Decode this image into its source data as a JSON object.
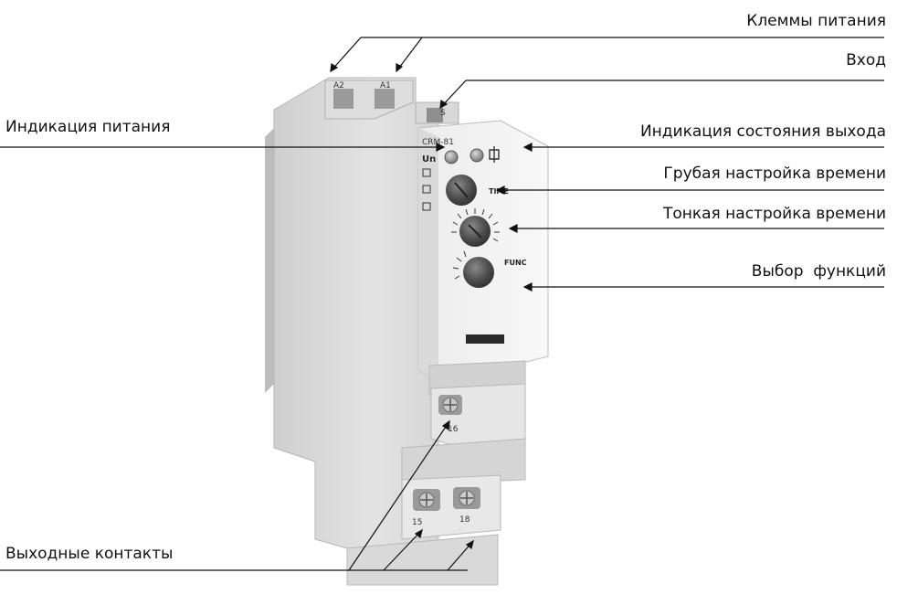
{
  "callouts": {
    "power_terminals": "Клеммы питания",
    "input": "Вход",
    "power_indication": "Индикация питания",
    "output_state_indication": "Индикация состояния выхода",
    "coarse_time_setting": "Грубая настройка времени",
    "fine_time_setting": "Тонкая настройка времени",
    "function_select": "Выбор  функций",
    "output_contacts": "Выходные контакты"
  },
  "device": {
    "terminal_a2": "A2",
    "terminal_a1": "A1",
    "terminal_s": "S",
    "model": "CRM-81",
    "un_label": "Un",
    "time_label": "TIME",
    "func_label": "FUNC",
    "terminal_16": "16",
    "terminal_15": "15",
    "terminal_18": "18"
  }
}
